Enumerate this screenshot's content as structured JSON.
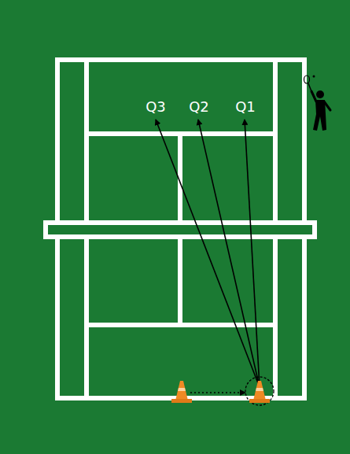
{
  "diagram": {
    "labels": [
      "Q3",
      "Q2",
      "Q1"
    ]
  }
}
